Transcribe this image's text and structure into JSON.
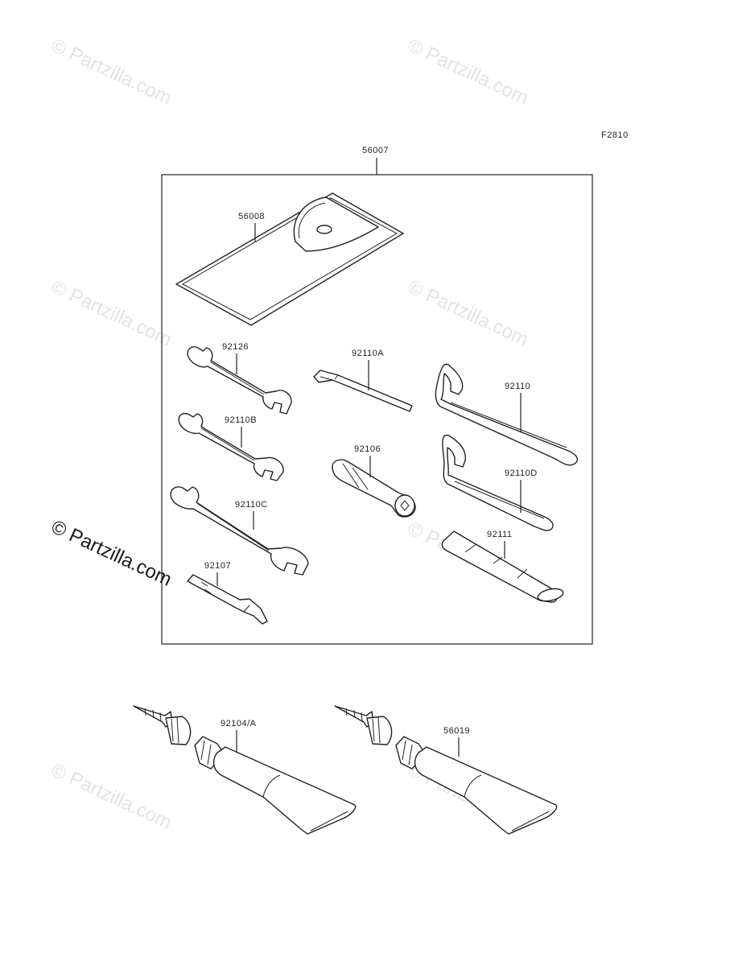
{
  "figure_code": "F2810",
  "watermark": "© Partzilla.com",
  "parts": {
    "kit": "56007",
    "pouch": "56008",
    "wrench_a": "92126",
    "hex_key": "92110A",
    "spanner_large": "92110",
    "wrench_b": "92110B",
    "plug_socket": "92106",
    "spanner_small": "92110D",
    "wrench_c": "92110C",
    "bar": "92111",
    "screwdriver": "92107",
    "tube_a": "92104/A",
    "tube_b": "56019"
  }
}
